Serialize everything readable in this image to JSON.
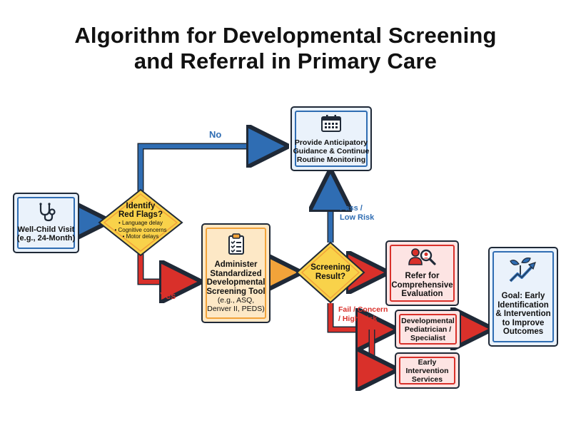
{
  "title": {
    "line1": "Algorithm for Developmental Screening",
    "line2": "and Referral in Primary Care"
  },
  "nodes": {
    "well_child": {
      "line1": "Well-Child Visit",
      "line2": "(e.g., 24-Month)",
      "icon": "stethoscope-icon"
    },
    "red_flags": {
      "line1": "Identify",
      "line2": "Red Flags?",
      "bullets": [
        "• Language delay",
        "• Cognitive concerns",
        "• Motor delays"
      ]
    },
    "guidance": {
      "line1": "Provide Anticipatory",
      "line2": "Guidance & Continue",
      "line3": "Routine Monitoring",
      "icon": "calendar-icon"
    },
    "administer": {
      "line1": "Administer",
      "line2": "Standardized",
      "line3": "Developmental",
      "line4": "Screening Tool",
      "sub1": "(e.g., ASQ,",
      "sub2": "Denver II, PEDS)",
      "icon": "clipboard-checklist-icon"
    },
    "screening_result": {
      "line1": "Screening",
      "line2": "Result?"
    },
    "refer": {
      "line1": "Refer for",
      "line2": "Comprehensive",
      "line3": "Evaluation",
      "icon": "people-search-icon"
    },
    "dev_ped": {
      "line1": "Developmental",
      "line2": "Pediatrician /",
      "line3": "Specialist"
    },
    "early_int": {
      "line1": "Early",
      "line2": "Intervention",
      "line3": "Services"
    },
    "goal": {
      "line1": "Goal: Early",
      "line2": "Identification",
      "line3": "& Intervention",
      "line4": "to Improve",
      "line5": "Outcomes",
      "icon": "growth-chart-icon"
    }
  },
  "edge_labels": {
    "no": "No",
    "yes": "Yes",
    "pass_line1": "Pass /",
    "pass_line2": "Low Risk",
    "fail_line1": "Fail / Concern",
    "fail_line2": "/ High Risk"
  },
  "colors": {
    "blue_edge": "#2f6db3",
    "red_edge": "#d9302a",
    "orange_edge": "#f2a33a",
    "diamond_fill": "#f9d24a",
    "dark_outline": "#1f2937"
  }
}
